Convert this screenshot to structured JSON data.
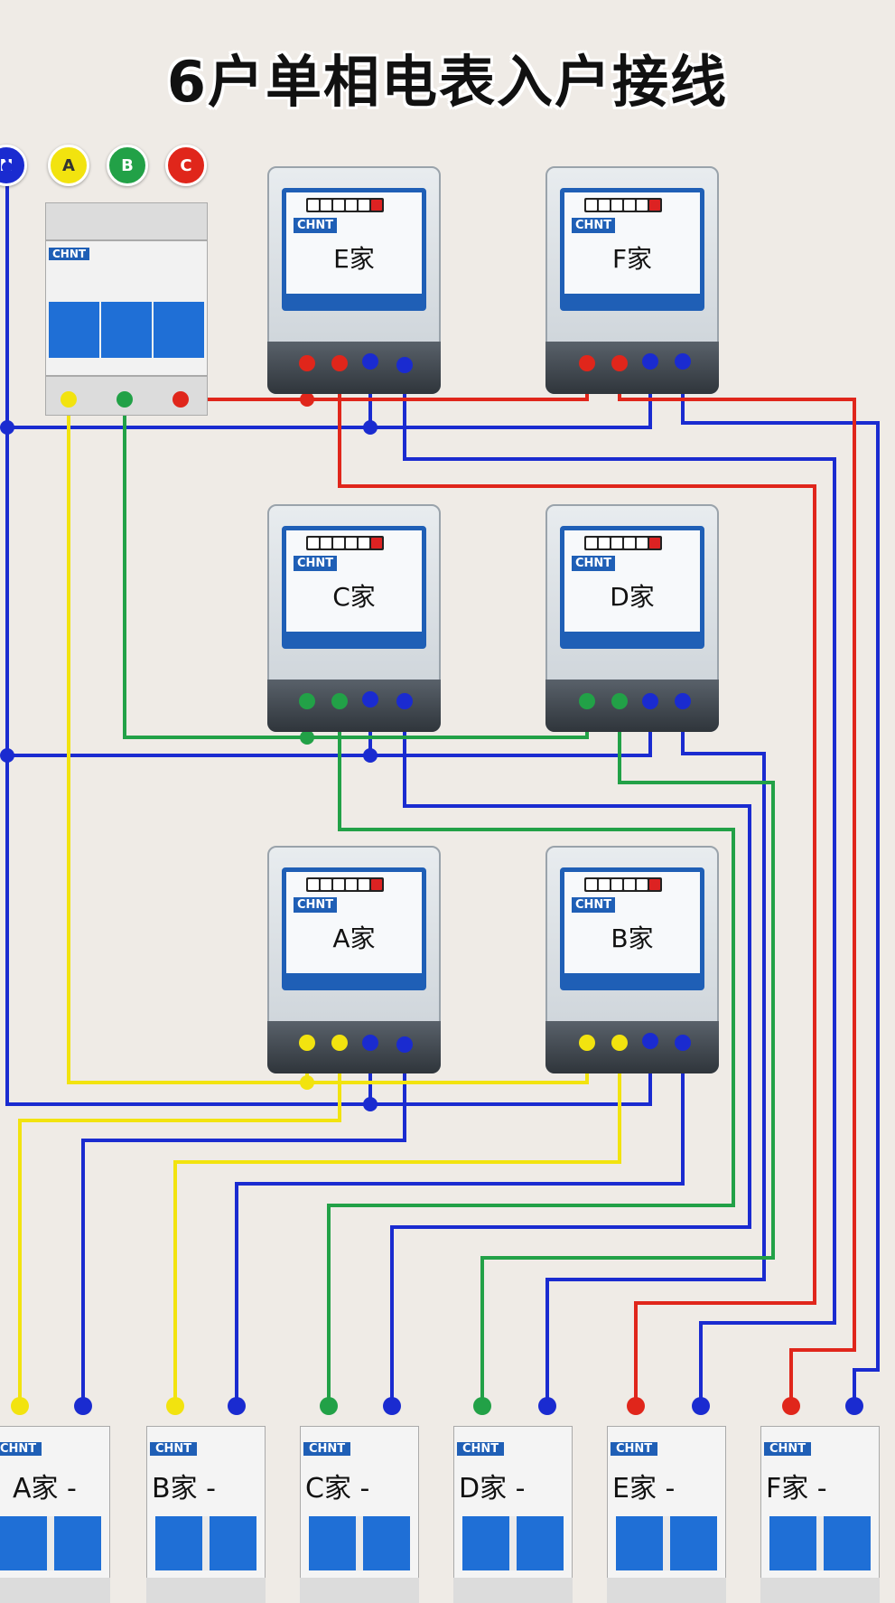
{
  "title": "6户单相电表入户接线",
  "phases": [
    {
      "label": "N",
      "color": "#1a2bd0"
    },
    {
      "label": "A",
      "color": "#f2e30f"
    },
    {
      "label": "B",
      "color": "#22a147"
    },
    {
      "label": "C",
      "color": "#e0261b"
    }
  ],
  "main_breaker": {
    "brand": "CHNT"
  },
  "meters": [
    {
      "label": "E家",
      "brand": "CHNT"
    },
    {
      "label": "F家",
      "brand": "CHNT"
    },
    {
      "label": "C家",
      "brand": "CHNT"
    },
    {
      "label": "D家",
      "brand": "CHNT"
    },
    {
      "label": "A家",
      "brand": "CHNT"
    },
    {
      "label": "B家",
      "brand": "CHNT"
    }
  ],
  "breakers": [
    {
      "label": "A家 -",
      "brand": "CHNT"
    },
    {
      "label": "B家 -",
      "brand": "CHNT"
    },
    {
      "label": "C家 -",
      "brand": "CHNT"
    },
    {
      "label": "D家 -",
      "brand": "CHNT"
    },
    {
      "label": "E家 -",
      "brand": "CHNT"
    },
    {
      "label": "F家 -",
      "brand": "CHNT"
    }
  ],
  "wire_colors": {
    "neutral": "#1a2bd0",
    "phase_a": "#f2e30f",
    "phase_b": "#22a147",
    "phase_c": "#e0261b"
  }
}
